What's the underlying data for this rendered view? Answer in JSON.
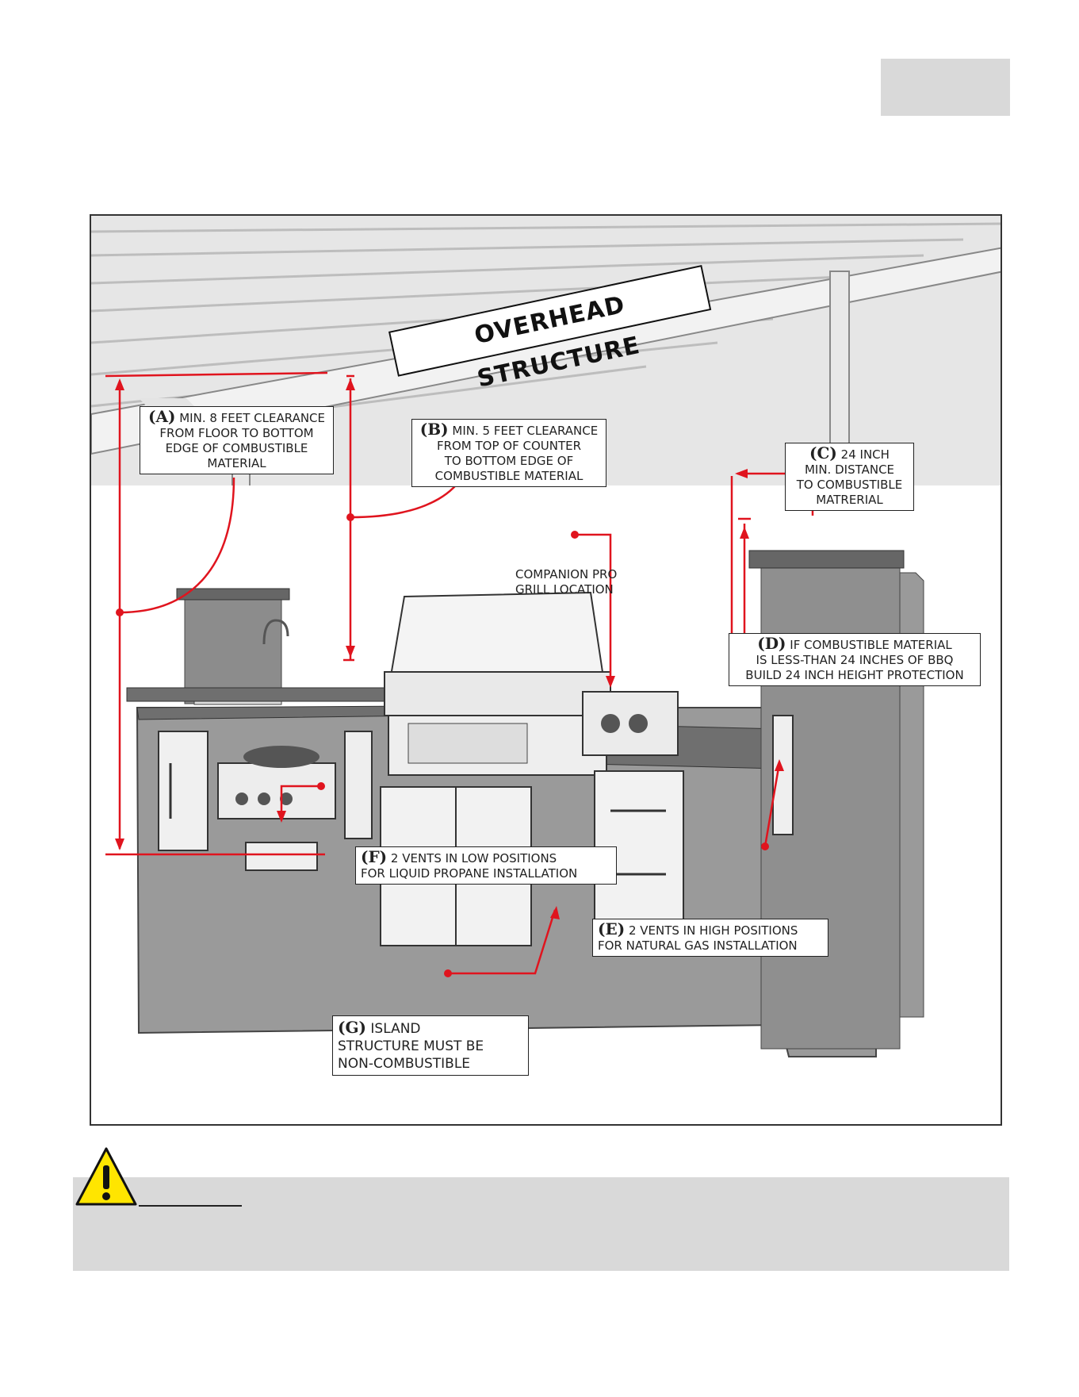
{
  "figure": {
    "overhead_label": "OVERHEAD STRUCTURE",
    "callouts": {
      "a": {
        "key": "(A)",
        "lines": [
          "MIN. 8 FEET CLEARANCE",
          "FROM FLOOR TO BOTTOM",
          "EDGE OF COMBUSTIBLE",
          "MATERIAL"
        ]
      },
      "b": {
        "key": "(B)",
        "lines": [
          "MIN. 5 FEET CLEARANCE",
          "FROM TOP OF COUNTER",
          "TO BOTTOM EDGE OF",
          "COMBUSTIBLE MATERIAL"
        ]
      },
      "c": {
        "key": "(C)",
        "lines": [
          "24 INCH",
          "MIN. DISTANCE",
          "TO COMBUSTIBLE",
          "MATRERIAL"
        ]
      },
      "d": {
        "key": "(D)",
        "lines": [
          "IF COMBUSTIBLE MATERIAL",
          "IS LESS-THAN 24 INCHES OF BBQ",
          "BUILD 24 INCH HEIGHT PROTECTION"
        ]
      },
      "e": {
        "key": "(E)",
        "lines": [
          "2 VENTS IN HIGH POSITIONS",
          "FOR NATURAL GAS INSTALLATION"
        ]
      },
      "f": {
        "key": "(F)",
        "lines": [
          "2 VENTS IN LOW POSITIONS",
          "FOR LIQUID PROPANE INSTALLATION"
        ]
      },
      "g": {
        "key": "(G)",
        "lines": [
          "ISLAND",
          "STRUCTURE MUST BE",
          "NON-COMBUSTIBLE"
        ]
      }
    },
    "grill_location": [
      "COMPANION PRO",
      "GRILL LOCATION"
    ]
  },
  "colors": {
    "dimension_red": "#e0141e",
    "structure_gray": "#9a9a9a",
    "counter_gray": "#6f6f6f",
    "background_gray": "#d9d9d9",
    "warning_yellow": "#ffe500"
  },
  "icons": {
    "warning": "warning-triangle-icon"
  }
}
